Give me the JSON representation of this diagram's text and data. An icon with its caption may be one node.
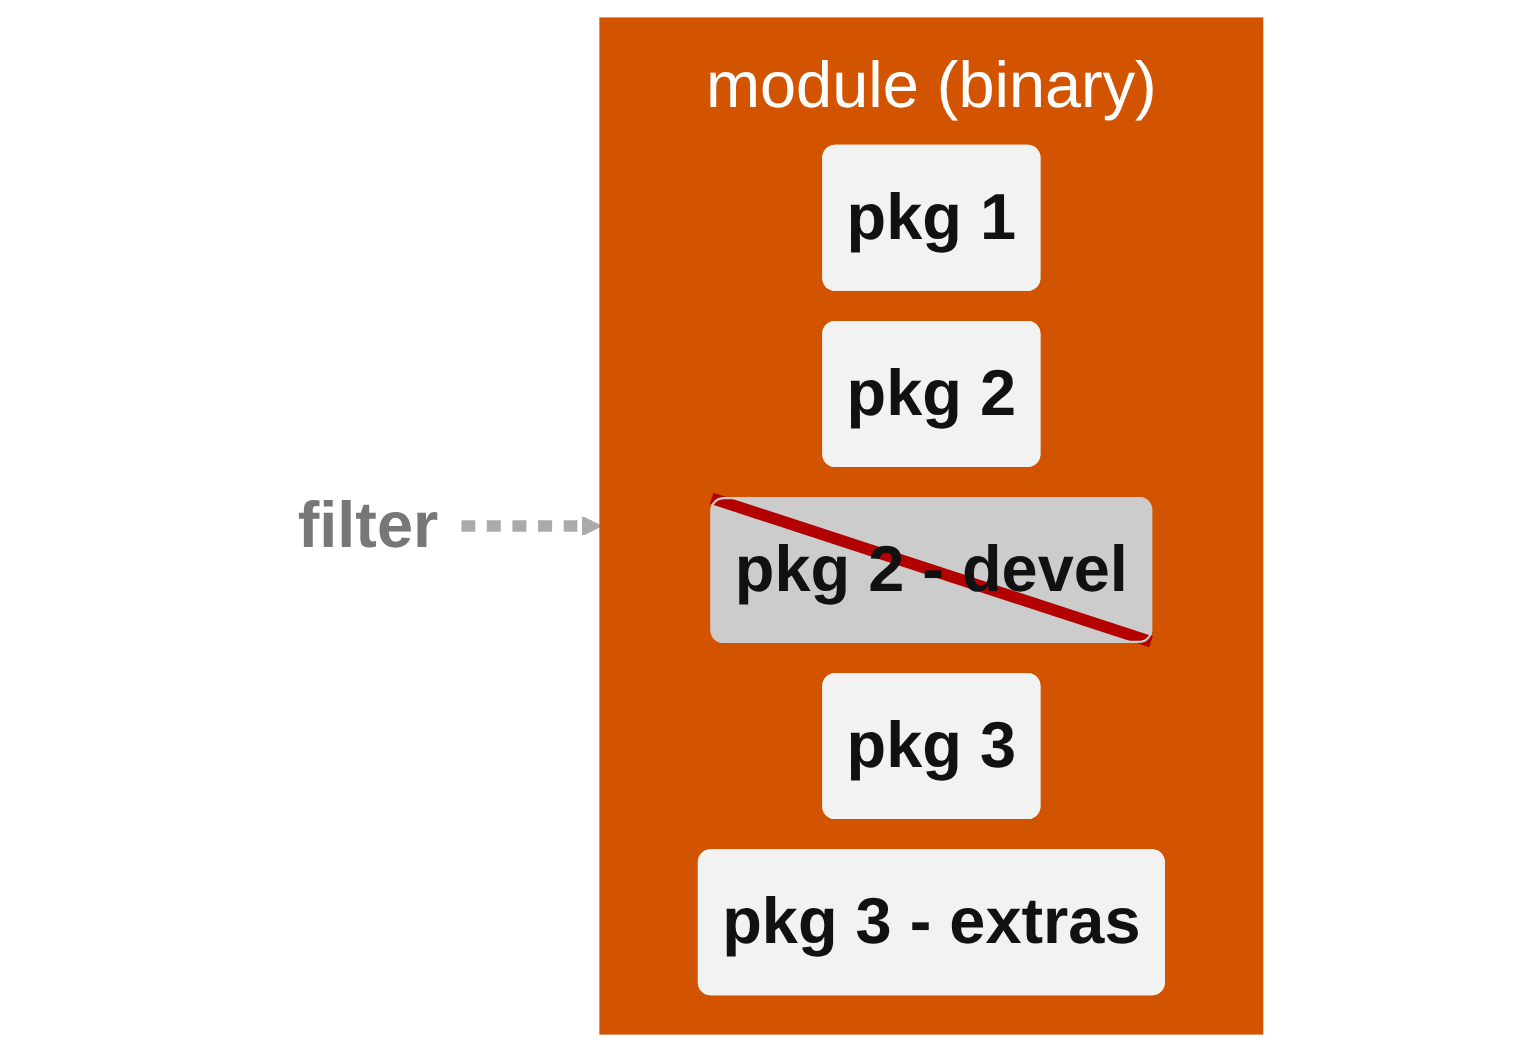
{
  "diagram": {
    "nodes": [
      {
        "text": [
          "module (binary)"
        ]
      },
      {
        "text": [
          "pkg 1"
        ],
        "in": 0
      },
      {
        "text": [
          "pkg 2"
        ],
        "in": 0
      },
      {
        "text": [
          "pkg 2 - devel"
        ],
        "in": 0
      },
      {
        "text": [
          "pkg 3"
        ],
        "in": 0
      },
      {
        "text": [
          "pkg 3 - extras"
        ],
        "in": 0
      },
      {
        "text": [
          "filter"
        ]
      }
    ],
    "edges": [
      {
        "from": 6,
        "to": 0,
        "arrow": "to",
        "style": "dashed"
      }
    ]
  }
}
